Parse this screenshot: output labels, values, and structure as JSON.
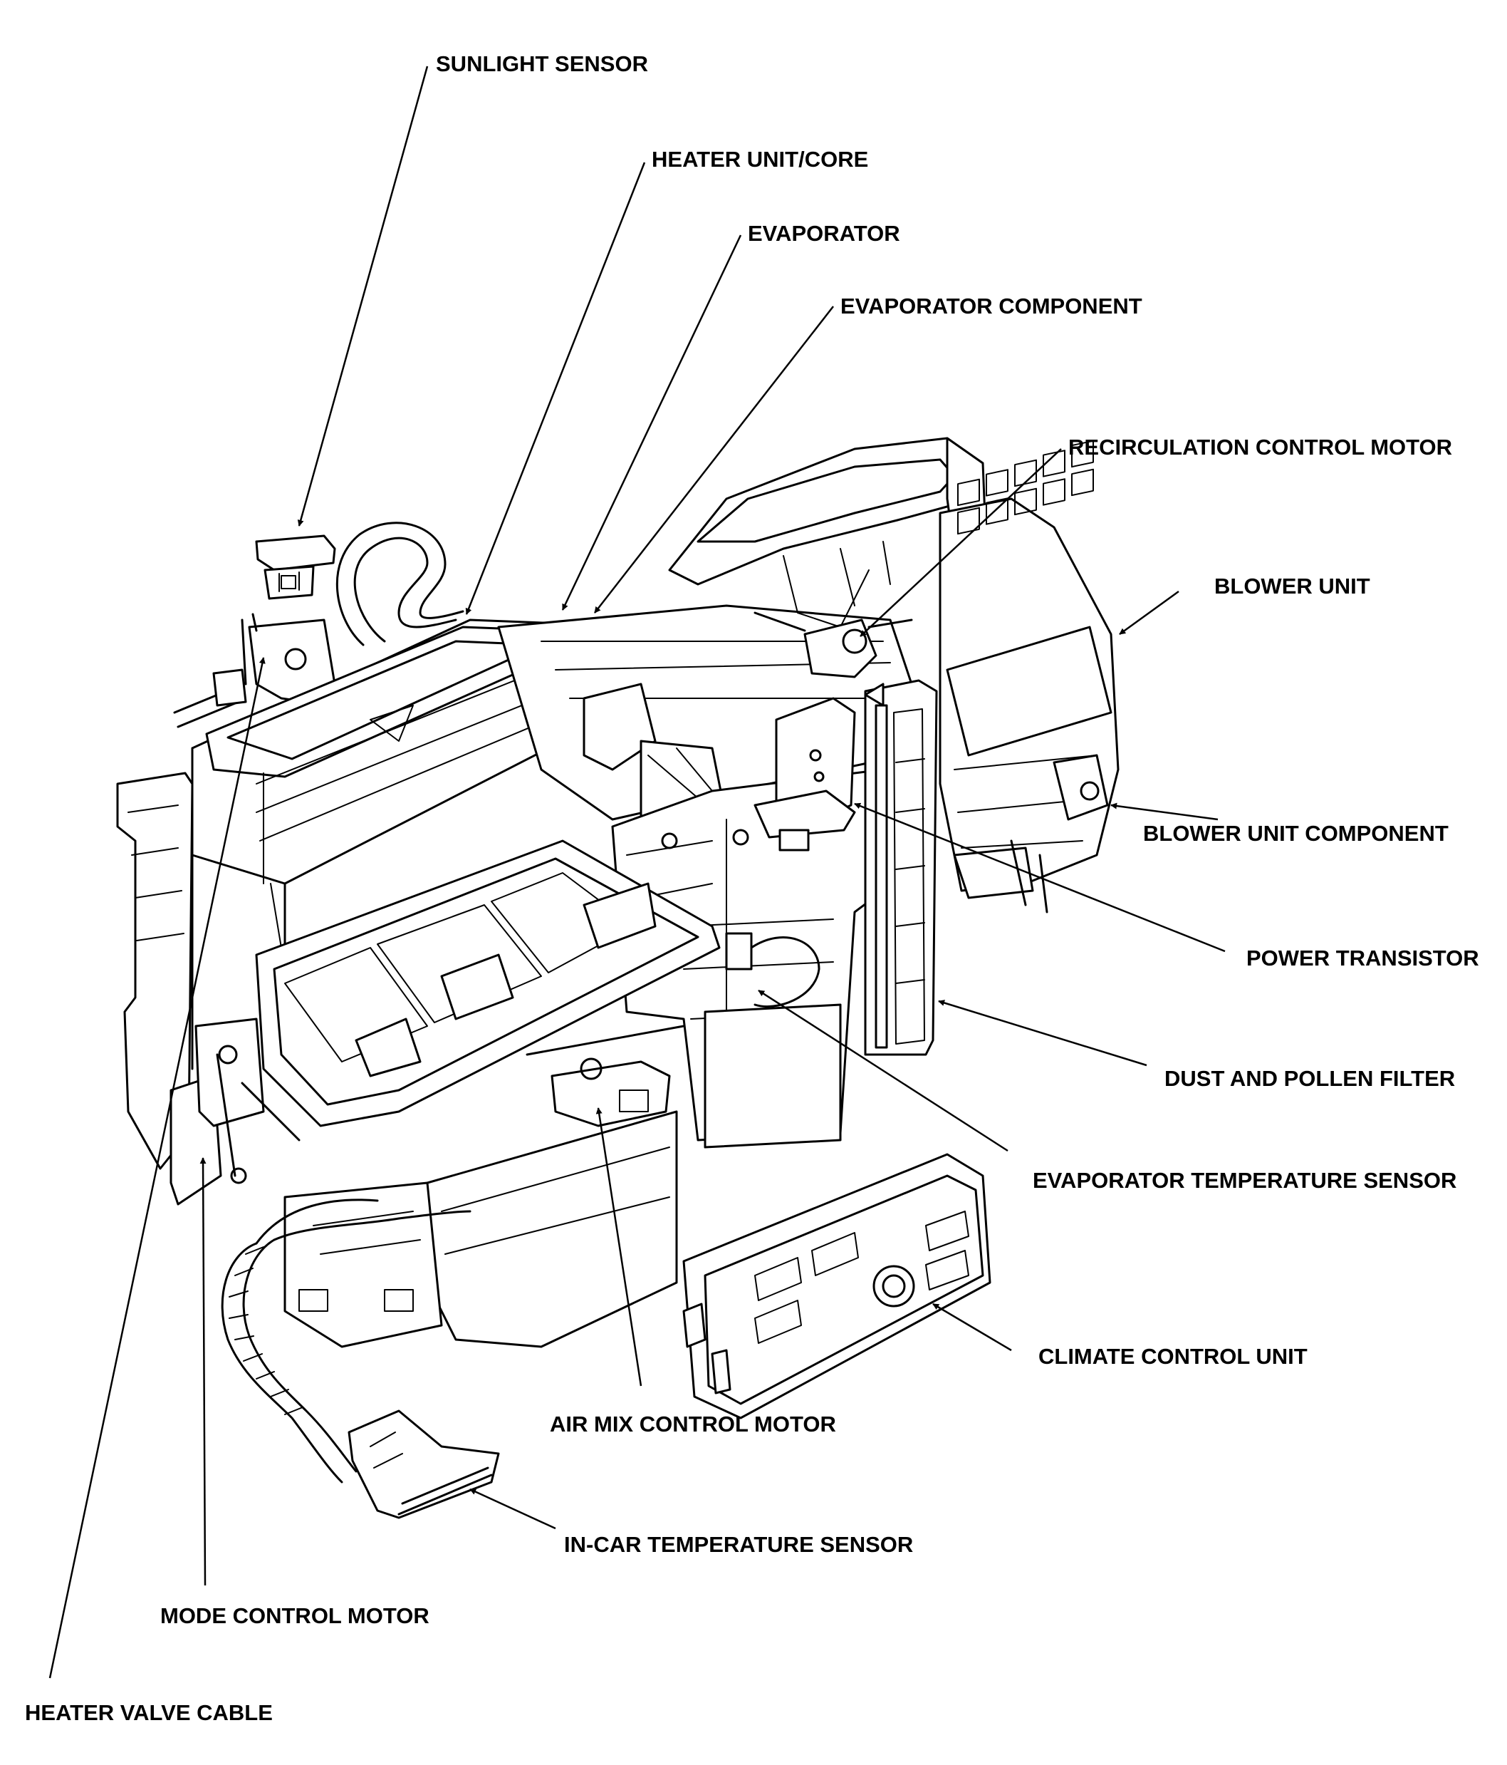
{
  "labels": {
    "sunlight_sensor": "SUNLIGHT SENSOR",
    "heater_unit_core": "HEATER UNIT/CORE",
    "evaporator": "EVAPORATOR",
    "evaporator_component": "EVAPORATOR COMPONENT",
    "recirculation_control_motor": "RECIRCULATION CONTROL MOTOR",
    "blower_unit": "BLOWER UNIT",
    "blower_unit_component": "BLOWER UNIT COMPONENT",
    "power_transistor": "POWER TRANSISTOR",
    "dust_and_pollen_filter": "DUST AND POLLEN FILTER",
    "evaporator_temperature_sensor": "EVAPORATOR TEMPERATURE SENSOR",
    "climate_control_unit": "CLIMATE CONTROL UNIT",
    "air_mix_control_motor": "AIR MIX CONTROL MOTOR",
    "in_car_temperature_sensor": "IN-CAR TEMPERATURE SENSOR",
    "mode_control_motor": "MODE CONTROL MOTOR",
    "heater_valve_cable": "HEATER VALVE CABLE"
  },
  "colors": {
    "ink": "#000000",
    "paper": "#ffffff"
  }
}
